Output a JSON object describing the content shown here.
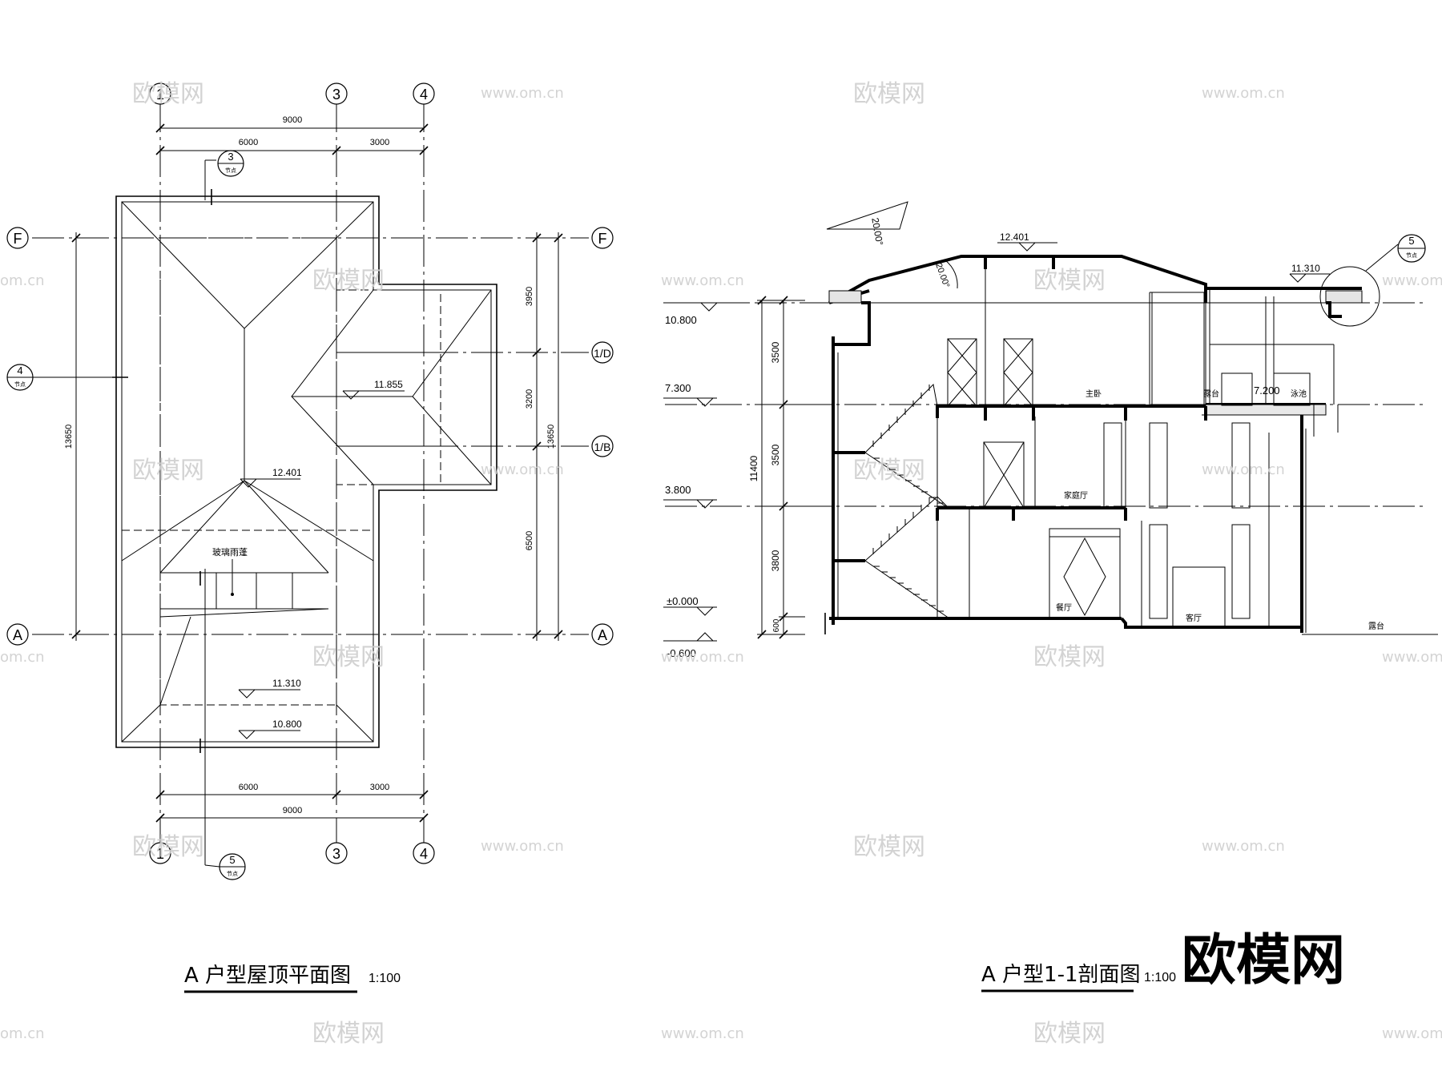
{
  "left_plan": {
    "title": "A 户型屋顶平面图",
    "scale": "1:100",
    "axis_top": [
      "1",
      "3",
      "4"
    ],
    "axis_bottom": [
      "1",
      "3",
      "4"
    ],
    "axis_left": [
      "F",
      "4",
      "A"
    ],
    "axis_right": [
      "F",
      "1/D",
      "1/B",
      "A"
    ],
    "dim_total": "9000",
    "dim_seg1": "6000",
    "dim_seg2": "3000",
    "dim_right": [
      "3950",
      "3200",
      "6500"
    ],
    "dim_right_total": "13650",
    "dim_left_total": "13650",
    "elev_ridge": "12.401",
    "elev_gable": "11.855",
    "elev_eave": "11.310",
    "elev_base": "10.800",
    "glass_label": "玻璃雨蓬",
    "ref_top": {
      "num": "3",
      "sub": "节点"
    },
    "ref_left": {
      "num": "4",
      "sub": "节点"
    },
    "ref_bottom": {
      "num": "5",
      "sub": "节点"
    }
  },
  "right_section": {
    "title": "A 户型1-1剖面图",
    "scale": "1:100",
    "slope": "20.00°",
    "levels": [
      "10.800",
      "7.300",
      "3.800",
      "±0.000",
      "-0.600"
    ],
    "dims": [
      "3500",
      "3500",
      "3800",
      "600"
    ],
    "dim_total": "11400",
    "ridge": "12.401",
    "eave_right": "11.310",
    "terrace_level": "7.200",
    "rooms": {
      "master": "主卧",
      "family": "家庭厅",
      "dining": "餐厅",
      "living": "客厅",
      "terrace_upper": "露台",
      "pool": "泳池",
      "terrace_ground": "露台"
    },
    "ref_right": {
      "num": "5",
      "sub": "节点"
    }
  },
  "watermarks": {
    "brand": "欧模网",
    "site": "www.om.cn",
    "site_short": "om.cn"
  },
  "logo": "欧模网"
}
